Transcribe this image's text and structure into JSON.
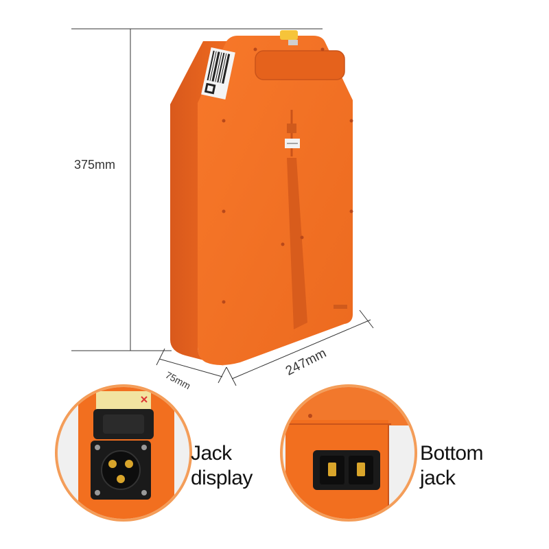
{
  "dimensions": {
    "height": "375mm",
    "depth": "75mm",
    "width": "247mm"
  },
  "callouts": {
    "left": {
      "line1": "Jack",
      "line2": "display"
    },
    "right": {
      "line1": "Bottom",
      "line2": "jack"
    }
  },
  "colors": {
    "battery_orange": "#f26f1f",
    "battery_shadow": "#c9531a",
    "connector_black": "#1a1a1a",
    "pin_gold": "#d9a52b",
    "callout_ring": "#f39a54"
  }
}
